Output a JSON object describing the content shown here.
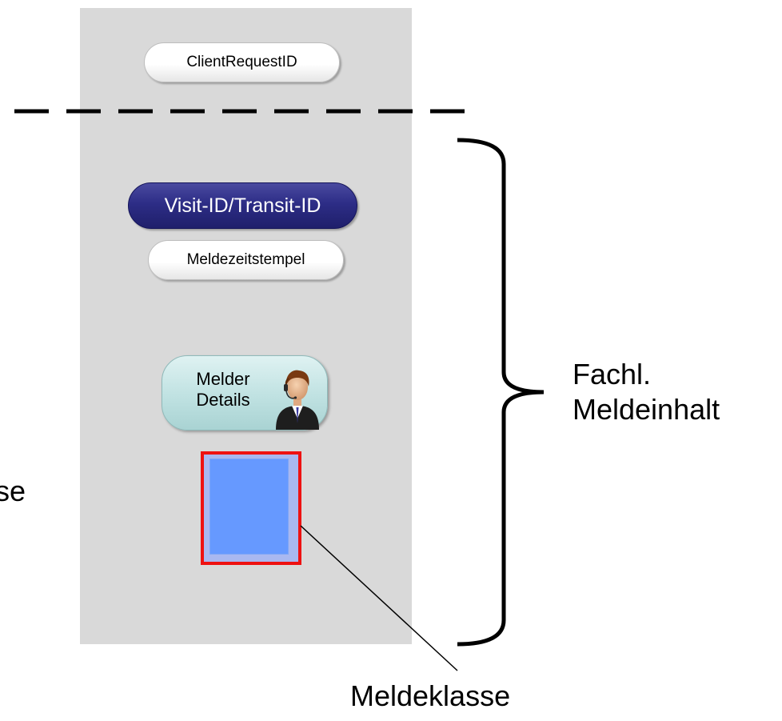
{
  "pills": {
    "client_request_id": "ClientRequestID",
    "visit_transit_id": "Visit-ID/Transit-ID",
    "meldezeitstempel": "Meldezeitstempel"
  },
  "melder": {
    "line1": "Melder",
    "line2": "Details",
    "icon": "person-headset-icon"
  },
  "labels": {
    "fachl_line1": "Fachl.",
    "fachl_line2": "Meldeinhalt",
    "meldeklasse": "Meldeklasse",
    "left_cut": "se"
  },
  "colors": {
    "panel": "#d9d9d9",
    "navy_pill": "#2d2d86",
    "melder_box": "#c2e3e3",
    "klasse_fill": "#6699ff",
    "klasse_border": "#ee1111"
  }
}
